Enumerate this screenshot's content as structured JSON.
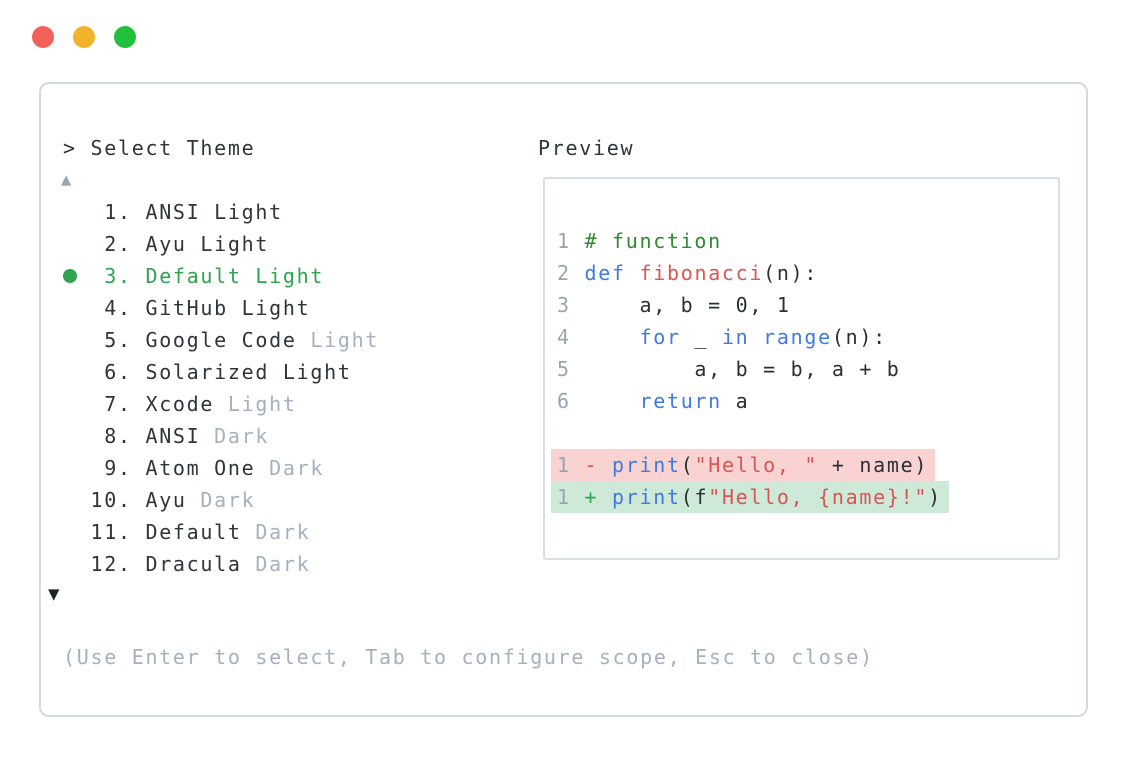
{
  "window": {
    "dots": [
      {
        "name": "close",
        "color": "#f3605a"
      },
      {
        "name": "minimize",
        "color": "#f2b32b"
      },
      {
        "name": "maximize",
        "color": "#22c03c"
      }
    ]
  },
  "colors": {
    "panel_border": "#d5d9e1",
    "text_dark": "#2f353b",
    "text_muted": "#a6b0bf",
    "selected_green": "#2ea44f",
    "keyword_blue": "#3d7ae4",
    "func_string_red": "#dc5551",
    "comment_green": "#2e8b2e",
    "line_number_gray": "#9aa3b2",
    "diff_removed_bg": "#f8d3d1",
    "diff_added_bg": "#cfe9d8"
  },
  "theme_picker": {
    "prompt": "> Select Theme",
    "scroll_up_indicator": "▲",
    "scroll_down_indicator": "▼",
    "items": [
      {
        "number": "1",
        "name": "ANSI",
        "variant": "Light",
        "variant_muted": false,
        "selected": false
      },
      {
        "number": "2",
        "name": "Ayu",
        "variant": "Light",
        "variant_muted": false,
        "selected": false
      },
      {
        "number": "3",
        "name": "Default",
        "variant": "Light",
        "variant_muted": false,
        "selected": true
      },
      {
        "number": "4",
        "name": "GitHub",
        "variant": "Light",
        "variant_muted": false,
        "selected": false
      },
      {
        "number": "5",
        "name": "Google Code",
        "variant": "Light",
        "variant_muted": true,
        "selected": false
      },
      {
        "number": "6",
        "name": "Solarized",
        "variant": "Light",
        "variant_muted": false,
        "selected": false
      },
      {
        "number": "7",
        "name": "Xcode",
        "variant": "Light",
        "variant_muted": true,
        "selected": false
      },
      {
        "number": "8",
        "name": "ANSI",
        "variant": "Dark",
        "variant_muted": true,
        "selected": false
      },
      {
        "number": "9",
        "name": "Atom One",
        "variant": "Dark",
        "variant_muted": true,
        "selected": false
      },
      {
        "number": "10",
        "name": "Ayu",
        "variant": "Dark",
        "variant_muted": true,
        "selected": false
      },
      {
        "number": "11",
        "name": "Default",
        "variant": "Dark",
        "variant_muted": true,
        "selected": false
      },
      {
        "number": "12",
        "name": "Dracula",
        "variant": "Dark",
        "variant_muted": true,
        "selected": false
      }
    ],
    "footer_hint": "(Use Enter to select, Tab to configure scope, Esc to close)"
  },
  "preview": {
    "label": "Preview",
    "code_lines": [
      {
        "number": "1",
        "segments": [
          [
            "# function",
            "comment"
          ]
        ]
      },
      {
        "number": "2",
        "segments": [
          [
            "def",
            "keyword"
          ],
          [
            " ",
            "plain"
          ],
          [
            "fibonacci",
            "function"
          ],
          [
            "(n):",
            "plain"
          ]
        ]
      },
      {
        "number": "3",
        "segments": [
          [
            "    a, b = 0, 1",
            "plain"
          ]
        ]
      },
      {
        "number": "4",
        "segments": [
          [
            "    ",
            "plain"
          ],
          [
            "for",
            "keyword"
          ],
          [
            " _ ",
            "plain"
          ],
          [
            "in",
            "keyword"
          ],
          [
            " ",
            "plain"
          ],
          [
            "range",
            "keyword"
          ],
          [
            "(n):",
            "plain"
          ]
        ]
      },
      {
        "number": "5",
        "segments": [
          [
            "        a, b = b, a + b",
            "plain"
          ]
        ]
      },
      {
        "number": "6",
        "segments": [
          [
            "    ",
            "plain"
          ],
          [
            "return",
            "keyword"
          ],
          [
            " a",
            "plain"
          ]
        ]
      },
      {
        "blank": true
      },
      {
        "number": "1",
        "diff": "removed",
        "segments": [
          [
            "-",
            "removed"
          ],
          [
            " ",
            "plain"
          ],
          [
            "print",
            "keyword"
          ],
          [
            "(",
            "plain"
          ],
          [
            "\"Hello, \"",
            "string"
          ],
          [
            " + name)",
            "plain"
          ]
        ]
      },
      {
        "number": "1",
        "diff": "added",
        "segments": [
          [
            "+",
            "added"
          ],
          [
            " ",
            "plain"
          ],
          [
            "print",
            "keyword"
          ],
          [
            "(f",
            "plain"
          ],
          [
            "\"Hello, {name}!\"",
            "string"
          ],
          [
            ")",
            "plain"
          ]
        ]
      }
    ]
  }
}
